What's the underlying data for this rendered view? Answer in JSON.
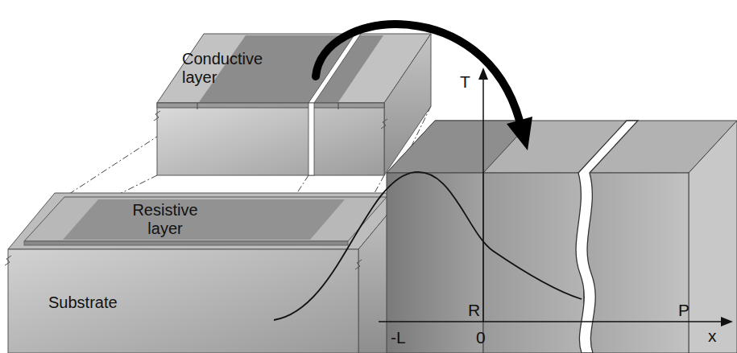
{
  "diagram": {
    "labels": [
      "Conductive layer",
      "Resistive layer",
      "Substrate",
      "T",
      "-L",
      "0",
      "R",
      "P",
      "x"
    ]
  }
}
